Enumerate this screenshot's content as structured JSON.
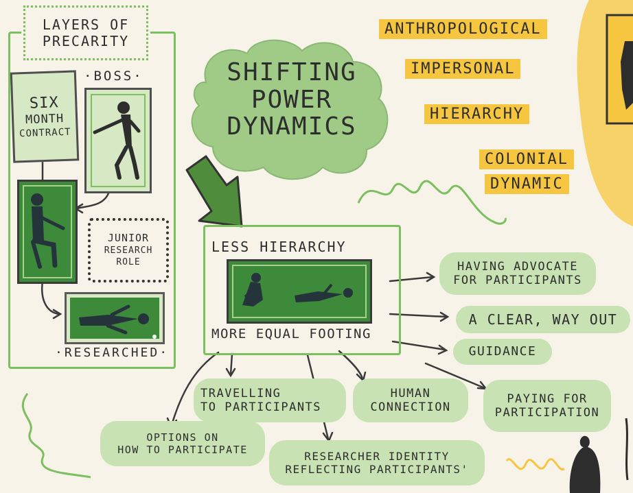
{
  "layers": {
    "title_line1": "LAYERS OF",
    "title_line2": "PRECARITY",
    "six_month": [
      "SIX",
      "MONTH",
      "CONTRACT"
    ],
    "boss": "·BOSS·",
    "junior": [
      "JUNIOR",
      "RESEARCH",
      "ROLE"
    ],
    "researched": "·RESEARCHED·"
  },
  "center": {
    "title": [
      "SHIFTING",
      "POWER",
      "DYNAMICS"
    ],
    "less_hierarchy": "LESS HIERARCHY",
    "more_equal": "MORE EQUAL FOOTING"
  },
  "labels": [
    "ANTHROPOLOGICAL",
    "IMPERSONAL",
    "HIERARCHY",
    "COLONIAL",
    "DYNAMIC"
  ],
  "outcomes": {
    "advocate": [
      "HAVING ADVOCATE",
      "FOR PARTICIPANTS"
    ],
    "way_out": "A CLEAR, WAY OUT",
    "guidance": "GUIDANCE",
    "paying": [
      "PAYING FOR",
      "PARTICIPATION"
    ],
    "human": [
      "HUMAN",
      "CONNECTION"
    ],
    "travelling": [
      "TRAVELLING",
      "TO PARTICIPANTS"
    ],
    "options": [
      "OPTIONS ON",
      "HOW TO PARTICIPATE"
    ],
    "identity": [
      "RESEARCHER IDENTITY",
      "REFLECTING PARTICIPANTS'"
    ]
  },
  "colors": {
    "background": "#f7f3e8",
    "green_frame": "#7bbf5e",
    "light_green": "#c8e2b4",
    "dark_green": "#3d8a3a",
    "yellow": "#f7c640",
    "ink": "#2d2d2d"
  }
}
